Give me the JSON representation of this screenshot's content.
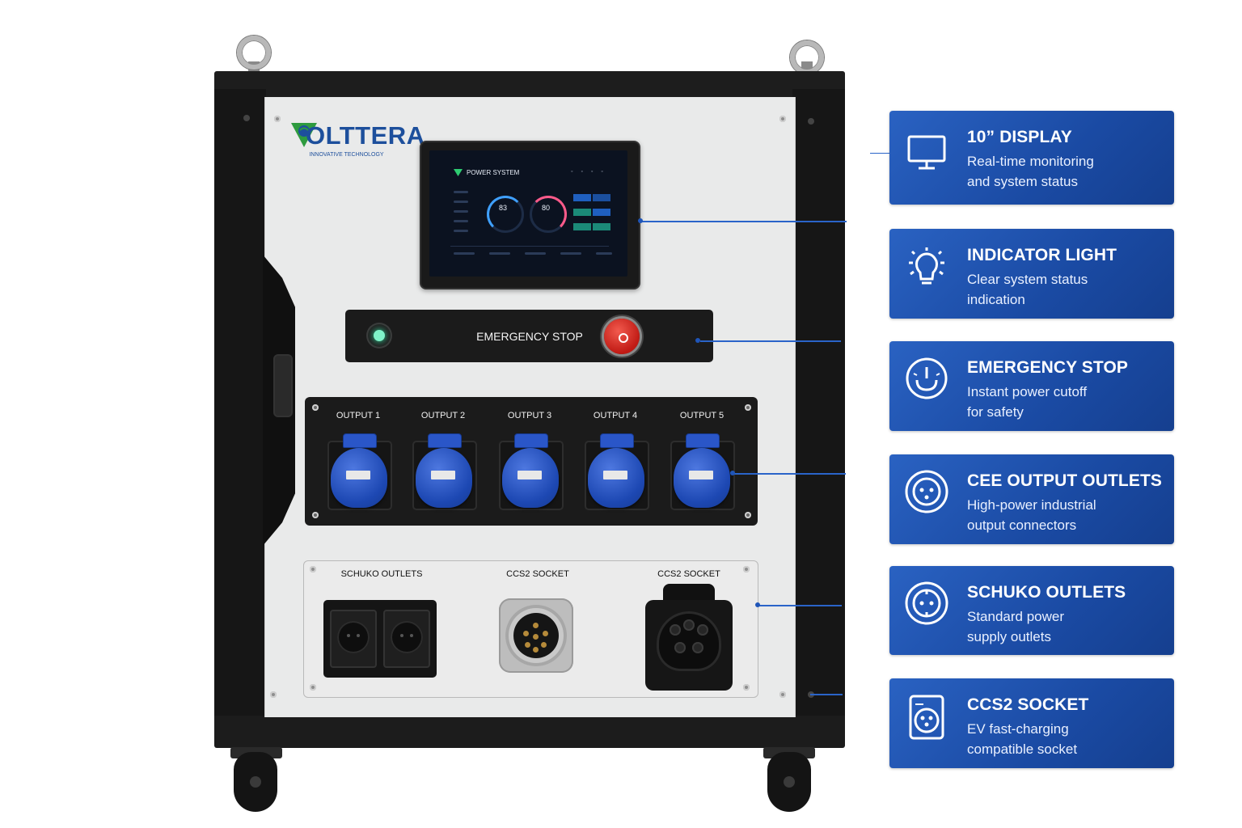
{
  "brand": {
    "name": "OLTTERA",
    "tagline": "INNOVATIVE TECHNOLOGY",
    "color": "#1d4f9c"
  },
  "display_screen": {
    "title": "POWER SYSTEM",
    "gauges": [
      {
        "value": "83",
        "color": "#3fa0ff"
      },
      {
        "value": "80",
        "color": "#ff5a8a"
      }
    ]
  },
  "emergency_panel": {
    "label": "EMERGENCY STOP",
    "indicator_color": "#7ff2c8",
    "button_color": "#d8261c"
  },
  "outputs": {
    "labels": [
      "OUTPUT 1",
      "OUTPUT 2",
      "OUTPUT 3",
      "OUTPUT 4",
      "OUTPUT 5"
    ],
    "socket_color": "#2050c0"
  },
  "lower_panel": {
    "schuko_label": "SCHUKO OUTLETS",
    "ccs2_label_1": "CCS2 SOCKET",
    "ccs2_label_2": "CCS2 SOCKET"
  },
  "features": [
    {
      "icon": "monitor-icon",
      "title": "10” DISPLAY",
      "line1": "Real-time monitoring",
      "line2": "and system status"
    },
    {
      "icon": "lightbulb-icon",
      "title": "INDICATOR LIGHT",
      "line1": "Clear system status",
      "line2": "indication"
    },
    {
      "icon": "emergency-stop-icon",
      "title": "EMERGENCY STOP",
      "line1": "Instant power cutoff",
      "line2": "for safety"
    },
    {
      "icon": "cee-socket-icon",
      "title": "CEE OUTPUT OUTLETS",
      "line1": "High-power industrial",
      "line2": "output connectors"
    },
    {
      "icon": "schuko-socket-icon",
      "title": "SCHUKO OUTLETS",
      "line1": "Standard power",
      "line2": "supply outlets"
    },
    {
      "icon": "ccs2-socket-icon",
      "title": "CCS2 SOCKET",
      "line1": "EV fast-charging",
      "line2": "compatible socket"
    }
  ],
  "colors": {
    "card_blue": "#1f52ad",
    "callout_line": "#2a64c9",
    "cabinet_black": "#161616",
    "panel_grey": "#e9eaea"
  }
}
